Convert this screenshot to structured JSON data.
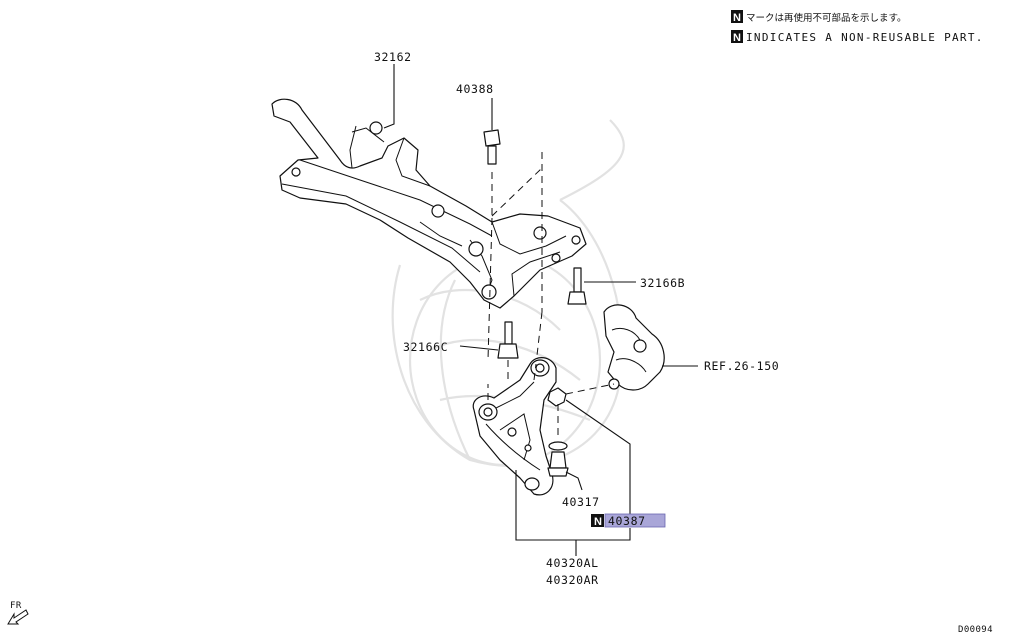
{
  "legend": {
    "marker": "N",
    "line_jp": "マークは再使用不可部品を示します。",
    "line_en": "INDICATES A NON-REUSABLE PART."
  },
  "parts": {
    "crossmember": "32162",
    "crossmember_bolt_top": "40388",
    "crossmember_bolt_right": "32166B",
    "crossmember_bolt_left": "32166C",
    "knuckle_ref": "REF.26-150",
    "ball_joint": "40317",
    "lower_arm_nut": "40387",
    "lower_arm_left": "40320AL",
    "lower_arm_right": "40320AR"
  },
  "non_reusable_marker": "N",
  "highlight_color": "#a9a6d8",
  "front_indicator": "FR",
  "drawing_code": "D00094"
}
